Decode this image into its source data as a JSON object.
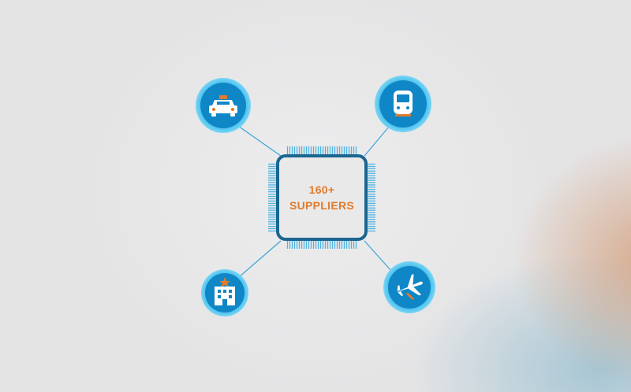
{
  "chip": {
    "line1": "160+",
    "line2": "SUPPLIERS"
  },
  "nodes": [
    {
      "id": "taxi",
      "icon": "taxi-icon"
    },
    {
      "id": "train",
      "icon": "train-icon"
    },
    {
      "id": "hotel",
      "icon": "hotel-icon"
    },
    {
      "id": "flight",
      "icon": "airplane-icon"
    }
  ],
  "colors": {
    "accent": "#e17a2b",
    "chip_border": "#1a6690",
    "node_fill": "#0d7fbf",
    "node_glow": "#3fc3ef",
    "connector": "#3ea4d6",
    "pins": "#4fb3e0"
  }
}
